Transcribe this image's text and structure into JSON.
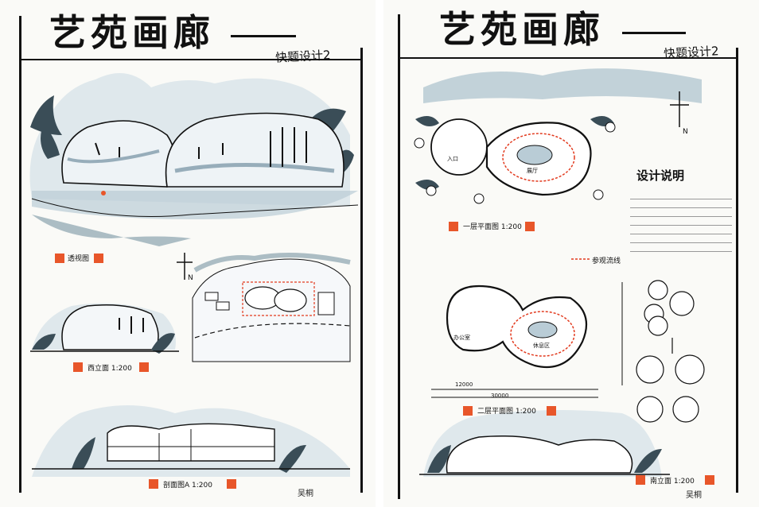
{
  "left_sheet": {
    "title": "艺苑画廊",
    "subtitle": "快题设计2",
    "perspective_label": "透视图",
    "west_elevation_label": "西立面 1:200",
    "section_label": "剖面图A 1:200",
    "signature": "吴桐",
    "north_label": "N"
  },
  "right_sheet": {
    "title": "艺苑画廊",
    "subtitle": "快题设计2",
    "ground_floor_label": "一层平面图 1:200",
    "second_floor_label": "二层平面图 1:200",
    "south_elevation_label": "南立面 1:200",
    "route_legend": "参观流线",
    "design_notes_title": "设计说明",
    "signature": "吴桐",
    "north_label": "N",
    "dimension_1": "12000",
    "dimension_2": "30000",
    "room_labels": [
      "展厅",
      "办公室",
      "休息区",
      "入口"
    ]
  },
  "colors": {
    "ink": "#111111",
    "marker_blue": "#5e7f92",
    "marker_light": "#a9c0cc",
    "stamp_red": "#e8562a",
    "route_red": "#e23a1e"
  }
}
